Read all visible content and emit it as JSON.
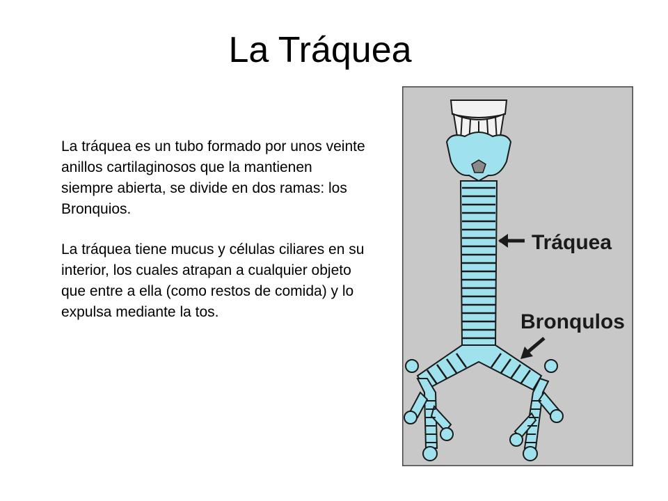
{
  "slide": {
    "title": "La Tráquea",
    "paragraph_1": "La tráquea es un tubo formado por unos veinte anillos cartilaginosos que la mantienen siempre abierta, se divide en dos ramas: los Bronquios.",
    "paragraph_2": "La tráquea tiene mucus y células ciliares en su interior, los cuales atrapan a cualquier objeto que entre a ella (como restos de comida) y lo expulsa mediante la tos."
  },
  "diagram": {
    "labels": {
      "trachea": "Tráquea",
      "bronchi": "Bronqulos"
    },
    "colors": {
      "background": "#c8c8c8",
      "cartilage": "#9fe1ec",
      "outline": "#1a1a1a"
    }
  }
}
